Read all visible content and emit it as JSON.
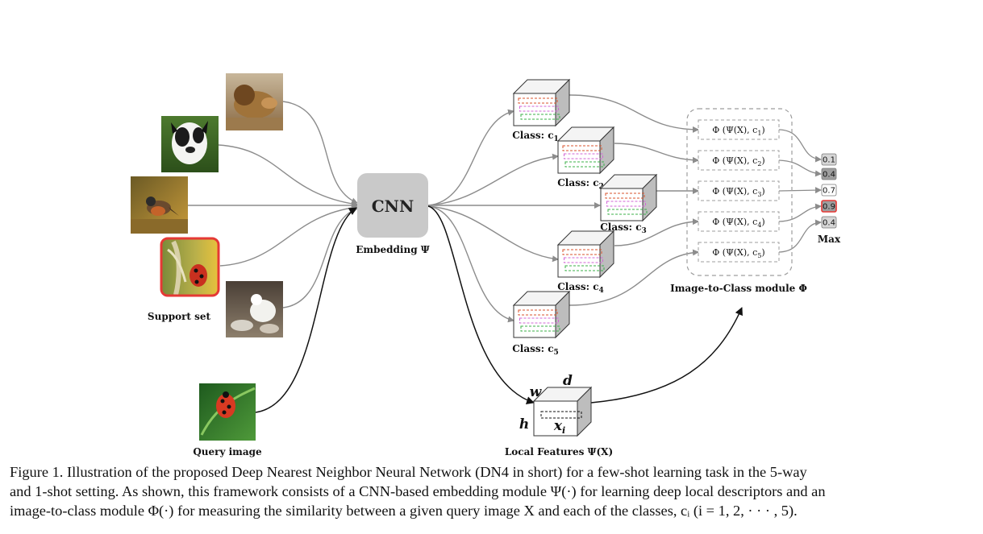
{
  "center_label": "CNN",
  "embedding_label": "Embedding Ψ",
  "support_label": "Support set",
  "query_label": "Query image",
  "local_features_label": "Local Features Ψ(X)",
  "dims": {
    "w": "w",
    "d": "d",
    "h": "h",
    "x": "x",
    "x_sub": "i"
  },
  "classes": [
    {
      "label": "Class: c",
      "sub": "1"
    },
    {
      "label": "Class: c",
      "sub": "2"
    },
    {
      "label": "Class: c",
      "sub": "3"
    },
    {
      "label": "Class: c",
      "sub": "4"
    },
    {
      "label": "Class: c",
      "sub": "5"
    }
  ],
  "modules": [
    {
      "label": "Φ (Ψ(X), c",
      "sub": "1",
      "close": ")"
    },
    {
      "label": "Φ (Ψ(X), c",
      "sub": "2",
      "close": ")"
    },
    {
      "label": "Φ (Ψ(X), c",
      "sub": "3",
      "close": ")"
    },
    {
      "label": "Φ (Ψ(X), c",
      "sub": "4",
      "close": ")"
    },
    {
      "label": "Φ (Ψ(X), c",
      "sub": "5",
      "close": ")"
    }
  ],
  "module_title": "Image-to-Class module Φ",
  "scores": [
    "0.1",
    "0.4",
    "0.7",
    "0.9",
    "0.4"
  ],
  "max_label": "Max",
  "images": [
    {
      "name": "lion"
    },
    {
      "name": "dog"
    },
    {
      "name": "bird"
    },
    {
      "name": "ladybug"
    },
    {
      "name": "white-animal"
    },
    {
      "name": "query-ladybug"
    }
  ],
  "colors": {
    "cnn_box": "#c9c9c9",
    "cube_front": "#ffffff",
    "cube_side": "#bdbdbd",
    "line": "#8c8c8c",
    "arrow": "#111111",
    "highlight": "#e53935",
    "score_dark": "#9e9e9e",
    "score_light": "#d6d6d6"
  },
  "caption": [
    "Figure 1. Illustration of the proposed Deep Nearest Neighbor Neural Network (DN4 in short) for a few-shot learning task in the 5-way",
    "and 1-shot setting. As shown, this framework consists of a CNN-based embedding module Ψ(·) for learning deep local descriptors and an",
    "image-to-class module Φ(·) for measuring the similarity between a given query image X and each of the classes, cᵢ (i = 1, 2, · · · , 5)."
  ]
}
